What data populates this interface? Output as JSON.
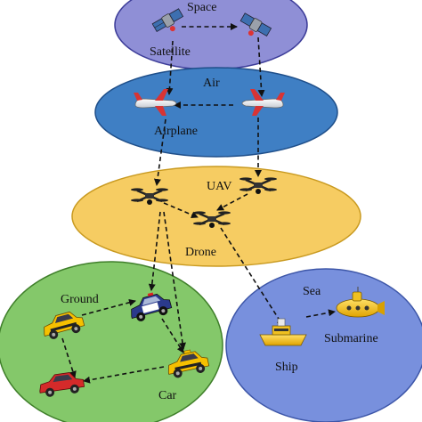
{
  "layers": {
    "space": "Space",
    "air": "Air",
    "uav": "UAV",
    "sea": "Sea",
    "ground": "Ground"
  },
  "nodes": {
    "satellite": "Satellite",
    "airplane": "Airplane",
    "drone": "Drone",
    "ship": "Ship",
    "submarine": "Submarine",
    "car": "Car"
  },
  "colors": {
    "space_fill": "#8f8fd6",
    "air_fill": "#3f7fc4",
    "uav_fill": "#f6cc62",
    "sea_fill": "#7890dd",
    "ground_fill": "#84c86a",
    "link_color": "#111111"
  }
}
